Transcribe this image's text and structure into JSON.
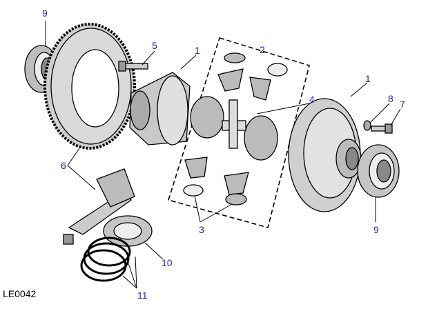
{
  "diagram": {
    "reference": "LE0042",
    "callouts": [
      "9",
      "5",
      "1",
      "2",
      "4",
      "1",
      "8",
      "7",
      "6",
      "3",
      "9",
      "10",
      "11"
    ],
    "colors": {
      "callout": "#2323b4",
      "line": "#000000",
      "part_fill": "#d9d9d9",
      "part_shade": "#9a9a9a"
    }
  }
}
